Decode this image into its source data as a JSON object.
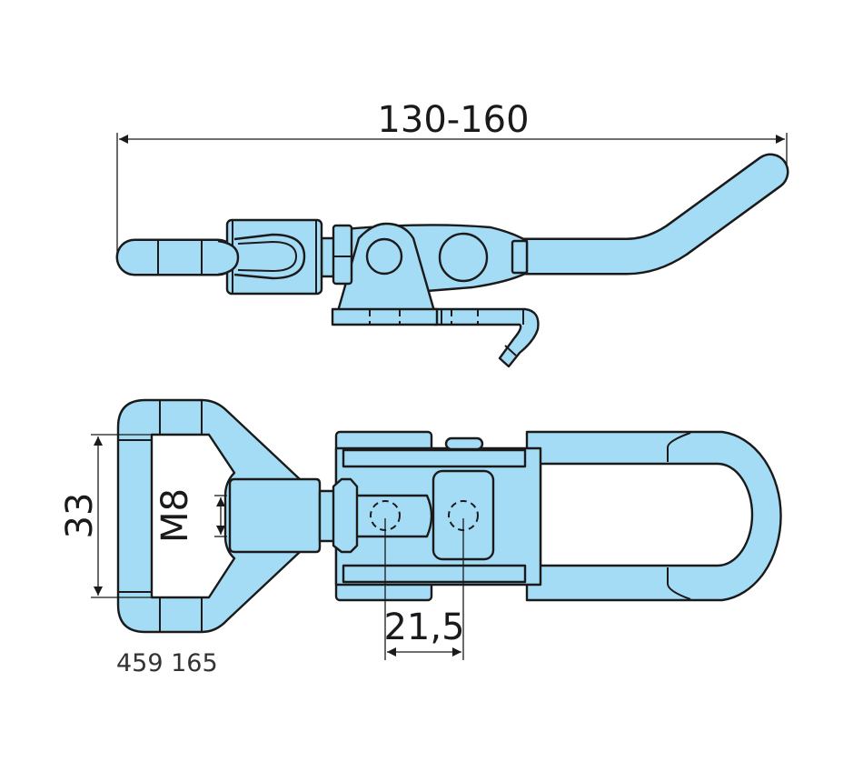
{
  "drawing": {
    "dimensions": {
      "overall_length": "130-160",
      "height": "33",
      "thread": "M8",
      "pitch": "21,5"
    },
    "part_number": "459 165",
    "colors": {
      "fill": "#a5dcf5",
      "outline": "#1a1a1a"
    }
  }
}
